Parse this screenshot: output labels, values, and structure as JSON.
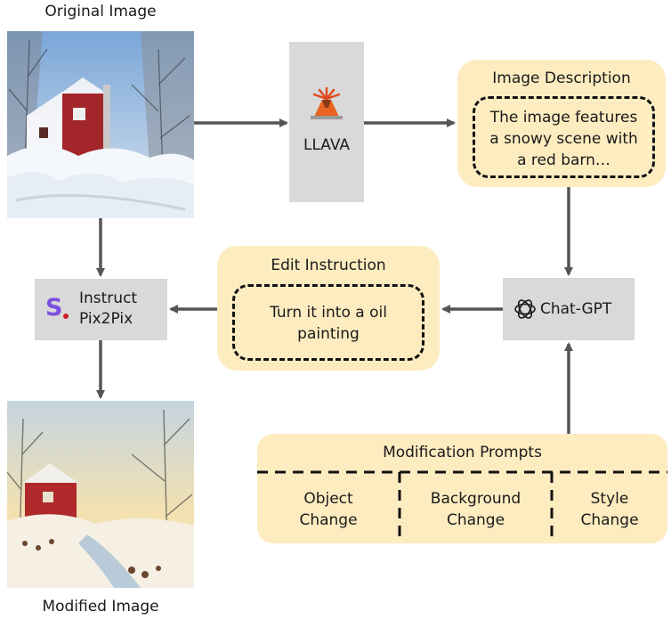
{
  "original_image": {
    "caption": "Original Image"
  },
  "modified_image": {
    "caption": "Modified Image"
  },
  "llava": {
    "label": "LLAVA",
    "icon": "volcano-icon"
  },
  "image_description": {
    "title": "Image Description",
    "lines": [
      "The image features",
      "a snowy scene with",
      "a red barn…"
    ]
  },
  "chatgpt": {
    "label": "Chat-GPT",
    "icon": "openai-logo-icon"
  },
  "edit_instruction": {
    "title": "Edit Instruction",
    "lines": [
      "Turn it into a oil",
      "painting"
    ]
  },
  "instruct_pix2pix": {
    "lines": [
      "Instruct",
      "Pix2Pix"
    ],
    "logo_letter": "S",
    "logo_color": "#7b4fe0"
  },
  "modification_prompts": {
    "title": "Modification Prompts",
    "items": [
      {
        "lines": [
          "Object",
          "Change"
        ]
      },
      {
        "lines": [
          "Background",
          "Change"
        ]
      },
      {
        "lines": [
          "Style",
          "Change"
        ]
      }
    ]
  },
  "colors": {
    "cream": "#fdecc0",
    "gray": "#d9d9d9",
    "arrow": "#555555"
  }
}
